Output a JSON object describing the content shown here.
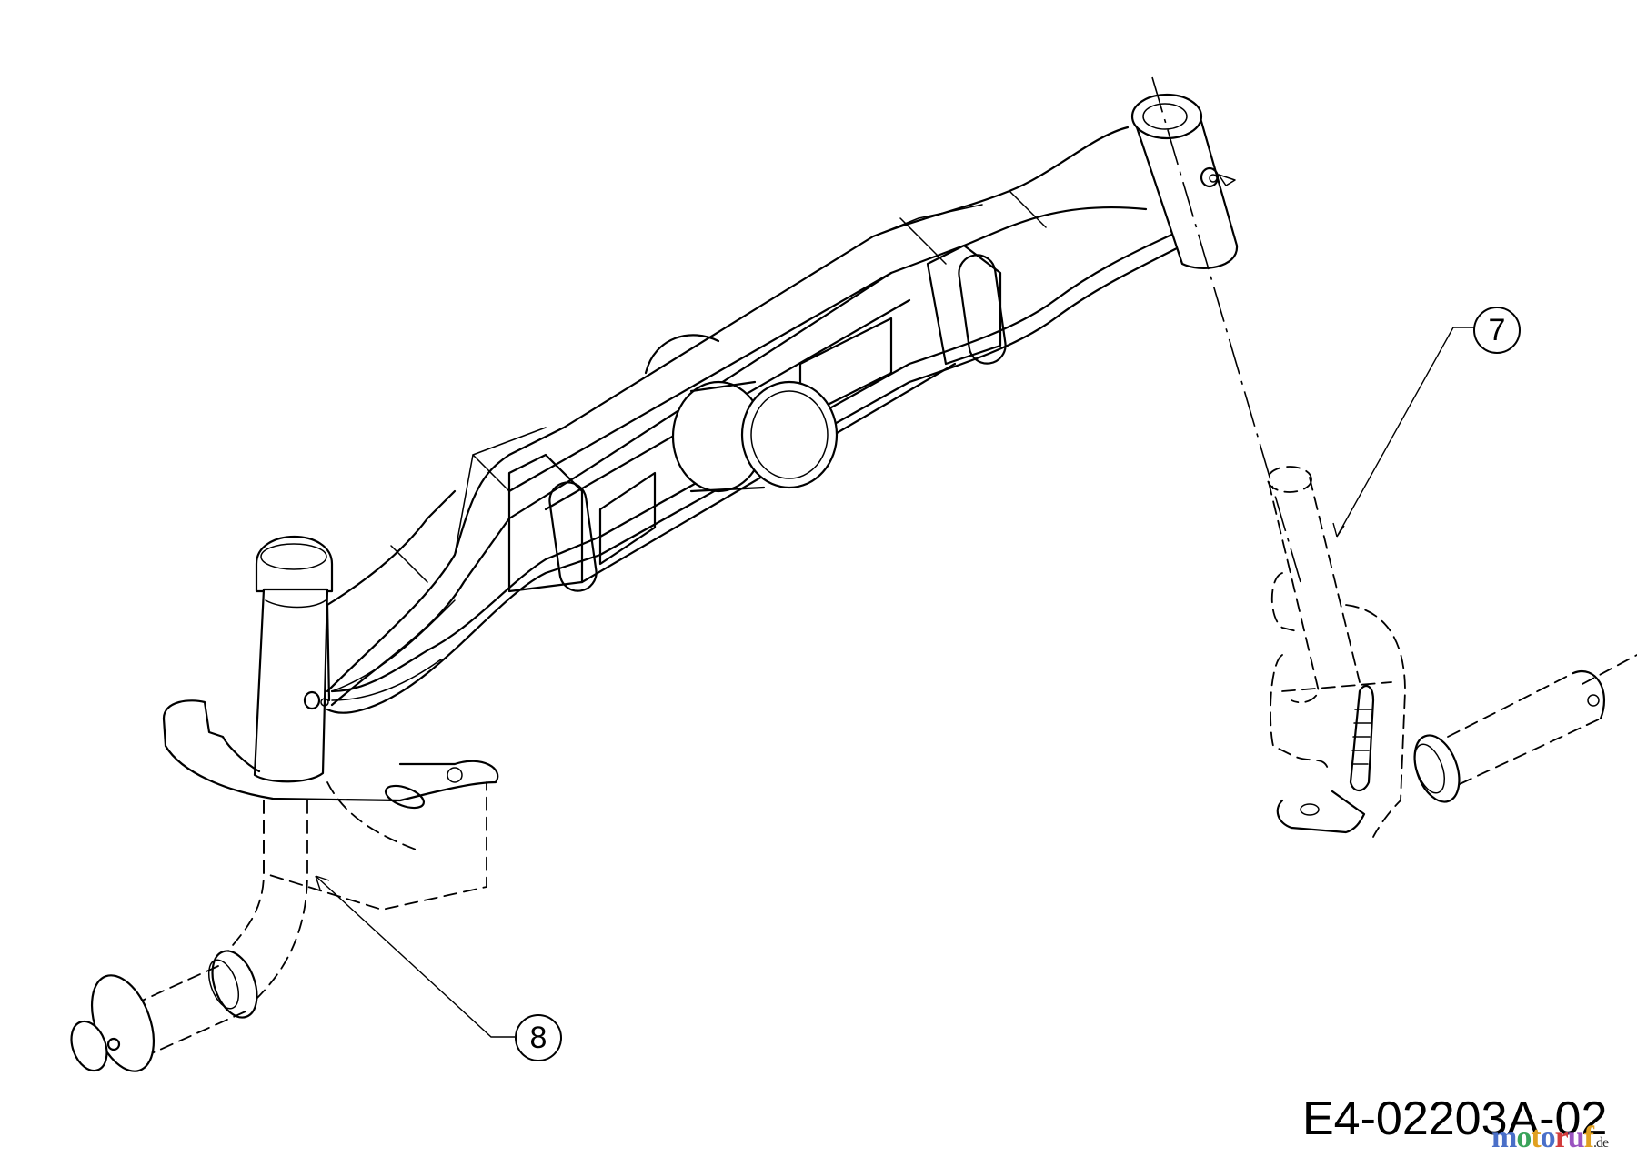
{
  "diagram": {
    "type": "exploded-parts-view",
    "subject": "front axle assembly with spindles",
    "background": "#ffffff",
    "line_color": "#000000"
  },
  "callouts": [
    {
      "label": "7",
      "part": "right spindle"
    },
    {
      "label": "8",
      "part": "left spindle"
    }
  ],
  "drawing_number": "E4-02203A-02",
  "watermark": {
    "letters": [
      "m",
      "o",
      "t",
      "o",
      "r",
      "u",
      "f"
    ],
    "colors": [
      "#4a6fc8",
      "#3aa35a",
      "#e0a020",
      "#4a6fc8",
      "#d23c3c",
      "#9a54c0",
      "#e0a020"
    ],
    "tld": ".de"
  }
}
